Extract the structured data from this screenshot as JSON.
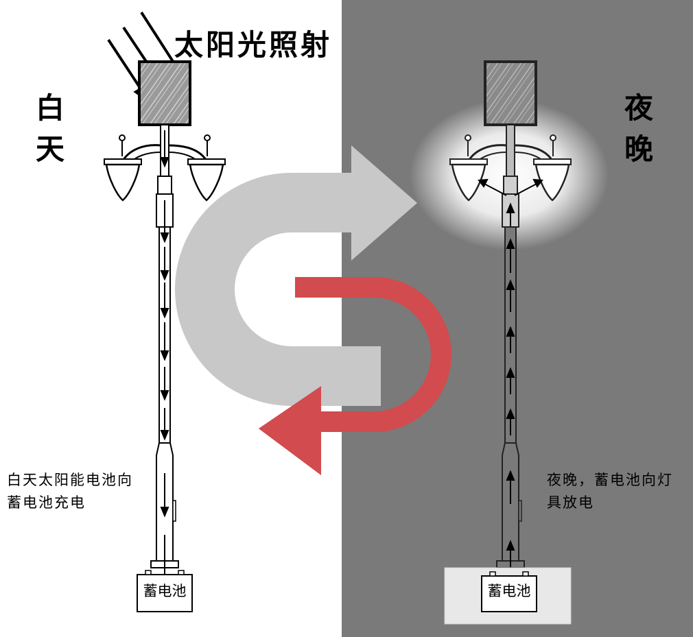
{
  "labels": {
    "sunlight": "太阳光照射",
    "day": "白天",
    "night": "夜晚",
    "day_caption": "白天太阳能电池向蓄电池充电",
    "night_caption": "夜晚，蓄电池向灯具放电",
    "battery_day": "蓄电池",
    "battery_night": "蓄电池"
  },
  "colors": {
    "day_background": "#ffffff",
    "night_background": "#7a7a7a",
    "gray_arrow": "#c8c8c8",
    "red_arrow": "#d24b4e",
    "glow": "#ffffff"
  },
  "icons": {
    "sunlight_rays": "arrow-icon",
    "solar_panel": "solar-panel-icon",
    "lamp": "lamp-icon",
    "battery": "battery-icon"
  }
}
